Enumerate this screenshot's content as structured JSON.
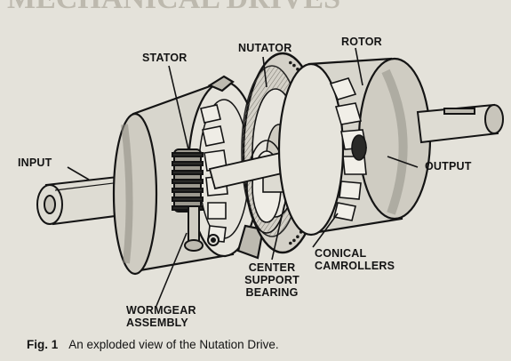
{
  "page_header": "MECHANICAL DRIVES",
  "labels": {
    "stator": "STATOR",
    "nutator": "NUTATOR",
    "rotor": "ROTOR",
    "input": "INPUT",
    "output": "OUTPUT",
    "center_support_bearing": [
      "CENTER",
      "SUPPORT",
      "BEARING"
    ],
    "conical_camrollers": [
      "CONICAL",
      "CAMROLLERS"
    ],
    "wormgear_assembly": [
      "WORMGEAR",
      "ASSEMBLY"
    ]
  },
  "caption": {
    "number": "Fig. 1",
    "text": "An exploded view of the Nutation Drive."
  },
  "colors": {
    "background": "#e4e2da",
    "ink": "#141414",
    "shading": "#bdbab0",
    "bleed_through": "#c9c6bc"
  }
}
